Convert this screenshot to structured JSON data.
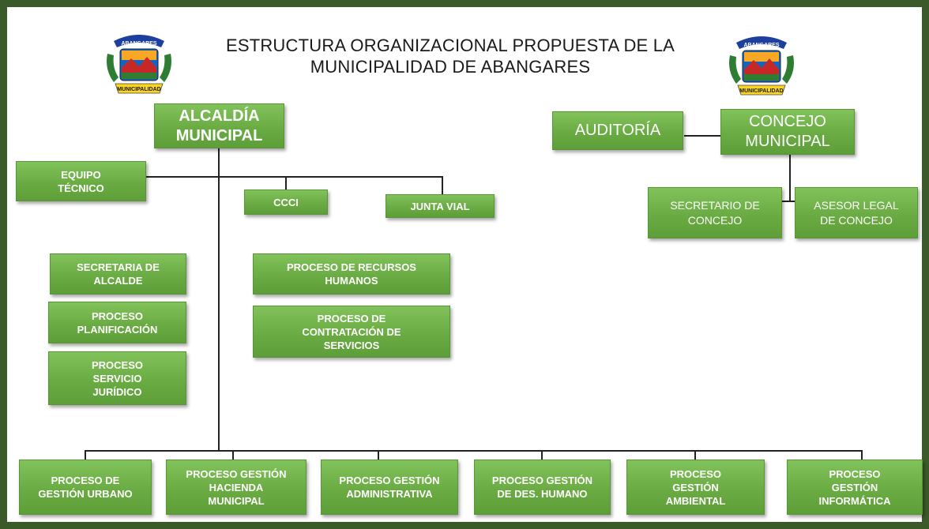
{
  "title": {
    "line1": "ESTRUCTURA ORGANIZACIONAL PROPUESTA DE LA",
    "line2": "MUNICIPALIDAD DE ABANGARES"
  },
  "logo": {
    "top_text": "ABANGARES",
    "bottom_text": "MUNICIPALIDAD"
  },
  "nodes": {
    "alcaldia": [
      "ALCALDÍA",
      "MUNICIPAL"
    ],
    "auditoria": [
      "AUDITORÍA"
    ],
    "concejo": [
      "CONCEJO",
      "MUNICIPAL"
    ],
    "equipo_tecnico": [
      "EQUIPO",
      "TÉCNICO"
    ],
    "ccci": [
      "CCCI"
    ],
    "junta_vial": [
      "JUNTA VIAL"
    ],
    "secretario_concejo": [
      "SECRETARIO DE",
      "CONCEJO"
    ],
    "asesor_legal": [
      "ASESOR LEGAL",
      "DE CONCEJO"
    ],
    "secretaria_alcalde": [
      "SECRETARIA DE",
      "ALCALDE"
    ],
    "proceso_planificacion": [
      "PROCESO",
      "PLANIFICACIÓN"
    ],
    "proceso_juridico": [
      "PROCESO",
      "SERVICIO",
      "JURÍDICO"
    ],
    "proceso_rrhh": [
      "PROCESO DE RECURSOS",
      "HUMANOS"
    ],
    "proceso_contratacion": [
      "PROCESO DE",
      "CONTRATACIÓN DE",
      "SERVICIOS"
    ],
    "gestion_urbano": [
      "PROCESO DE",
      "GESTIÓN URBANO"
    ],
    "gestion_hacienda": [
      "PROCESO GESTIÓN",
      "HACIENDA",
      "MUNICIPAL"
    ],
    "gestion_administrativa": [
      "PROCESO GESTIÓN",
      "ADMINISTRATIVA"
    ],
    "gestion_des_humano": [
      "PROCESO GESTIÓN",
      "DE DES. HUMANO"
    ],
    "gestion_ambiental": [
      "PROCESO",
      "GESTIÓN",
      "AMBIENTAL"
    ],
    "gestion_informatica": [
      "PROCESO",
      "GESTIÓN",
      "INFORMÁTICA"
    ]
  },
  "colors": {
    "box_fill": "#6aab43",
    "frame": "#3b5a2a",
    "connector": "#222222"
  }
}
